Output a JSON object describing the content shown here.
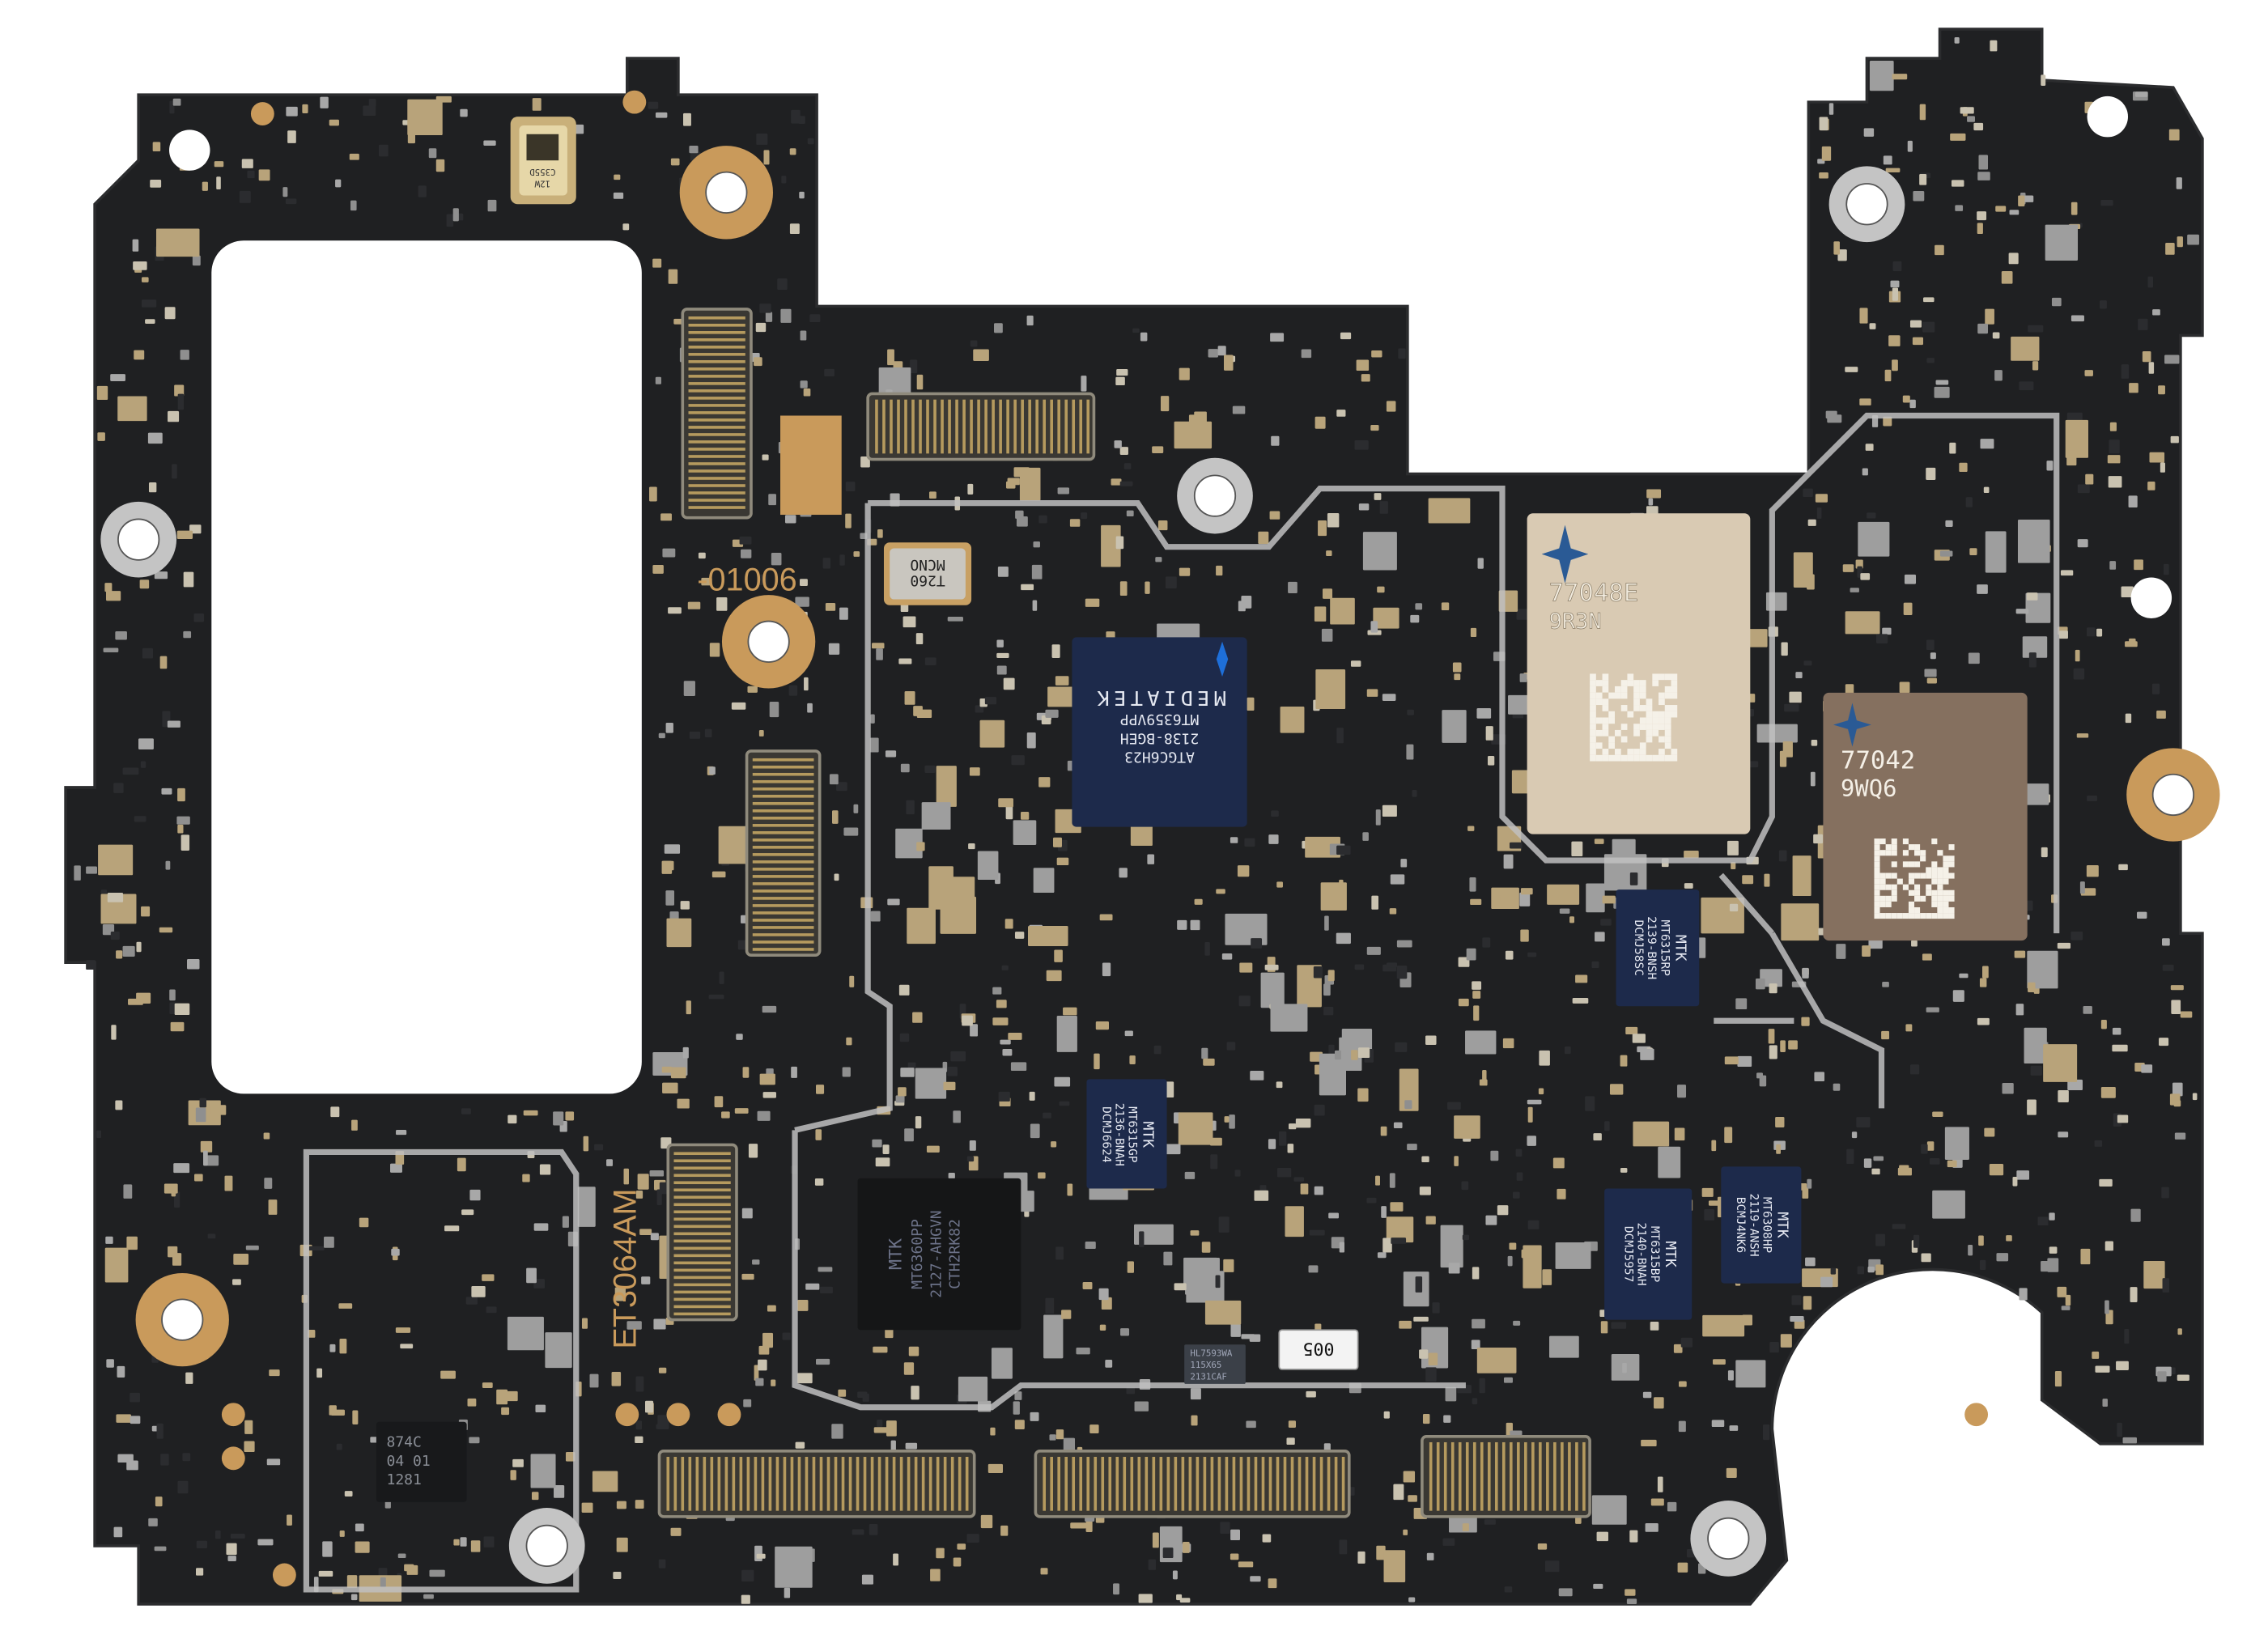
{
  "board": {
    "silkscreen": {
      "part_number": "-01006",
      "model_code": "ET3064AM"
    },
    "chips": {
      "pmic_main": {
        "lines": [
          "MEDIATEK",
          "MT6359VPP",
          "2138-BGEH",
          "ATGC6H23"
        ]
      },
      "rf_module_1": {
        "lines": [
          "77048E",
          "9R3N"
        ]
      },
      "rf_module_2": {
        "lines": [
          "77042",
          "9WQ6"
        ]
      },
      "buck_rp": {
        "lines": [
          "MTK",
          "MT6315RP",
          "2139-BNSH",
          "DCMJ58SC"
        ]
      },
      "buck_gp": {
        "lines": [
          "MTK",
          "MT6315GP",
          "2136-BNAH",
          "DCMJ6624"
        ]
      },
      "buck_bp": {
        "lines": [
          "MTK",
          "MT6315BP",
          "2140-BNAH",
          "DCMJ5957"
        ]
      },
      "pmic_hp": {
        "lines": [
          "MTK",
          "MT6308HP",
          "2119-ANSH",
          "BCMJ4NK6"
        ]
      },
      "charger": {
        "lines": [
          "MTK",
          "MT6360PP",
          "2127-AHGVN",
          "CTH2RK82"
        ]
      },
      "hl_chip": {
        "lines": [
          "HL7593WA",
          "115X65",
          "2131CAF"
        ]
      },
      "resistor": {
        "lines": [
          "005"
        ]
      },
      "crystal": {
        "lines": [
          "T260",
          "MCNO"
        ]
      },
      "small_ic": {
        "lines": [
          "874C",
          "04 01",
          "1281"
        ]
      },
      "microphone": {
        "lines": [
          "12W",
          "C355D"
        ]
      }
    },
    "colors": {
      "pcb": "#1f2022",
      "gold": "#c99a5b",
      "mediatek_chip": "#1d2a4b",
      "rf_module_1": "#d9cab3",
      "rf_module_2": "#85705f",
      "copper_pad": "#b8a37a"
    }
  }
}
